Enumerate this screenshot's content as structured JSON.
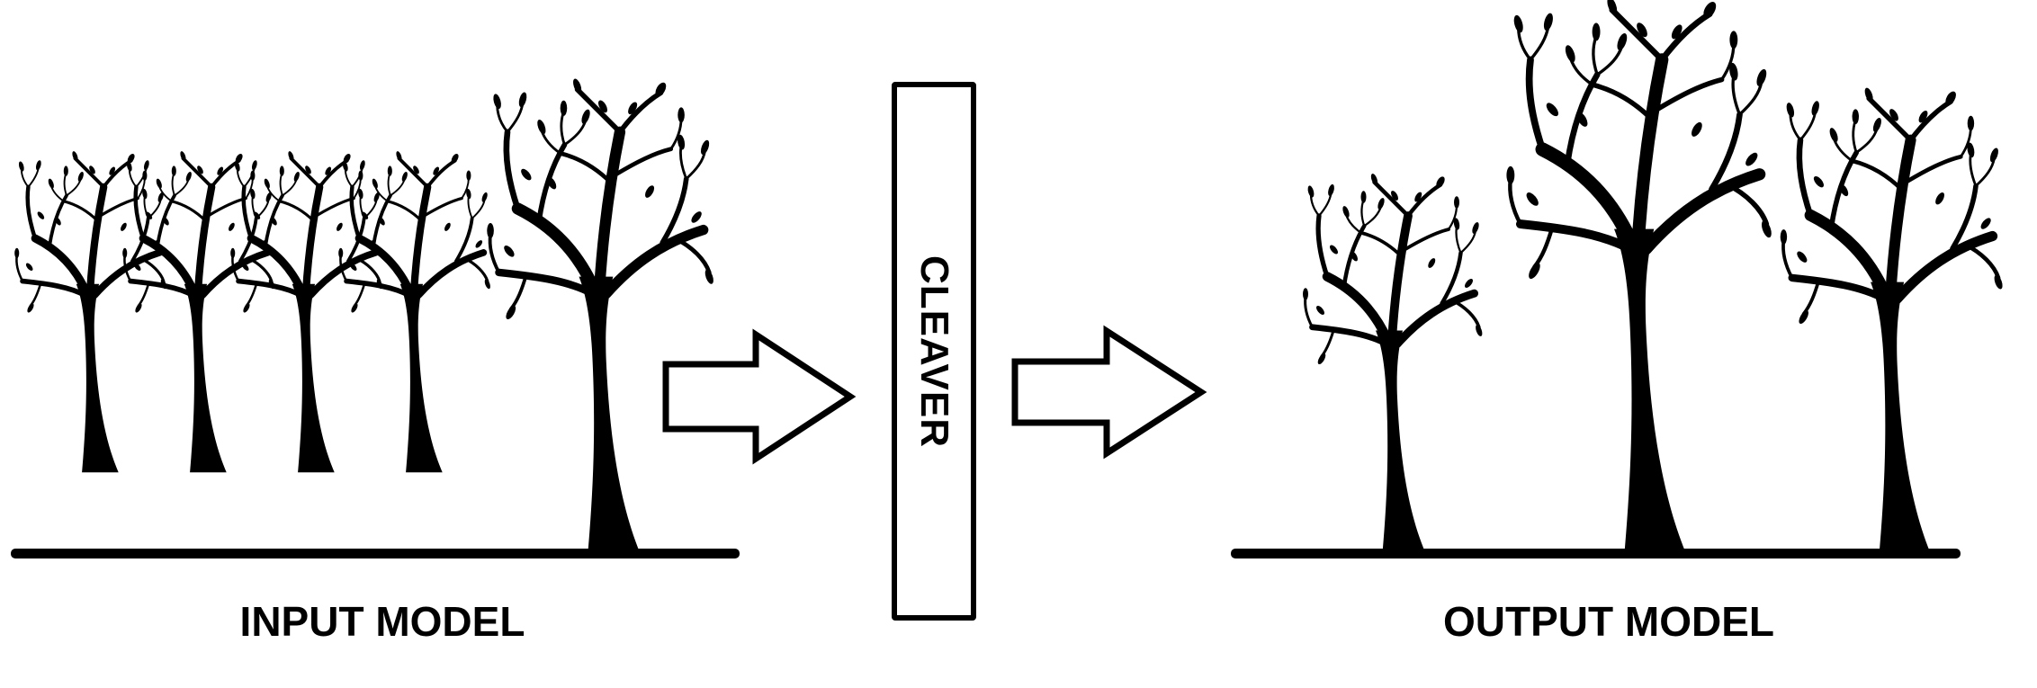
{
  "labels": {
    "input_model": "INPUT MODEL",
    "output_model": "OUTPUT MODEL",
    "process": "CLEAVER"
  },
  "colors": {
    "ink": "#000000",
    "background": "#ffffff"
  },
  "icons": {
    "tree": "tree-silhouette-icon",
    "arrow": "right-arrow-outline-icon"
  }
}
